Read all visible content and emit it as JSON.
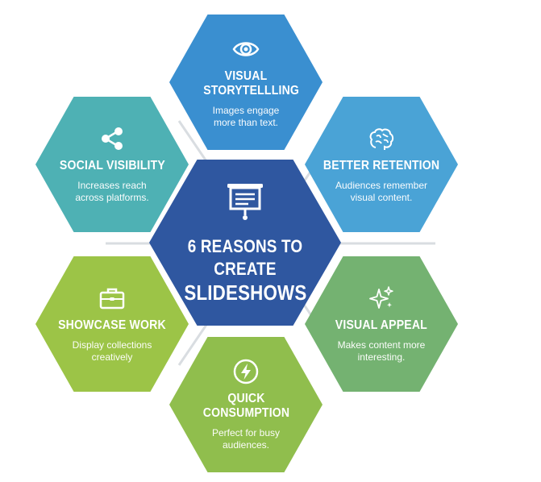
{
  "center": {
    "title_line1": "6 Reasons to Create",
    "title_line2": "Slideshows",
    "icon": "presentation-board-icon",
    "color": "#2f57a0"
  },
  "reasons": [
    {
      "id": "visual-storytelling",
      "title": "Visual Storytellling",
      "description": "Images engage more than text.",
      "icon": "eye-icon",
      "color": "#3a8fd0"
    },
    {
      "id": "better-retention",
      "title": "Better Retention",
      "description": "Audiences remember visual content.",
      "icon": "brain-icon",
      "color": "#4aa3d6"
    },
    {
      "id": "visual-appeal",
      "title": "Visual Appeal",
      "description": "Makes content more interesting.",
      "icon": "sparkles-icon",
      "color": "#74b271"
    },
    {
      "id": "quick-consumption",
      "title": "Quick Consumption",
      "description": "Perfect for busy audiences.",
      "icon": "lightning-icon",
      "color": "#90be4d"
    },
    {
      "id": "showcase-work",
      "title": "Showcase Work",
      "description": "Display collections creatively",
      "icon": "briefcase-icon",
      "color": "#9cc447"
    },
    {
      "id": "social-visibility",
      "title": "Social Visibility",
      "description": "Increases reach across platforms.",
      "icon": "share-icon",
      "color": "#4eb1b4"
    }
  ]
}
